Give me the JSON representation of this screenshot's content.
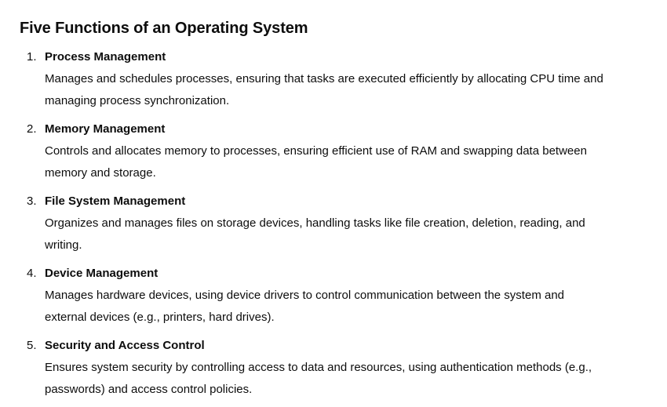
{
  "document": {
    "title": "Five Functions of an Operating System",
    "items": [
      {
        "number": "1.",
        "title": "Process Management",
        "description": "Manages and schedules processes, ensuring that tasks are executed efficiently by allocating CPU time and managing process synchronization."
      },
      {
        "number": "2.",
        "title": "Memory Management",
        "description": "Controls and allocates memory to processes, ensuring efficient use of RAM and swapping data between memory and storage."
      },
      {
        "number": "3.",
        "title": "File System Management",
        "description": "Organizes and manages files on storage devices, handling tasks like file creation, deletion, reading, and writing."
      },
      {
        "number": "4.",
        "title": "Device Management",
        "description": "Manages hardware devices, using device drivers to control communication between the system and external devices (e.g., printers, hard drives)."
      },
      {
        "number": "5.",
        "title": "Security and Access Control",
        "description": "Ensures system security by controlling access to data and resources, using authentication methods (e.g., passwords) and access control policies."
      }
    ]
  }
}
